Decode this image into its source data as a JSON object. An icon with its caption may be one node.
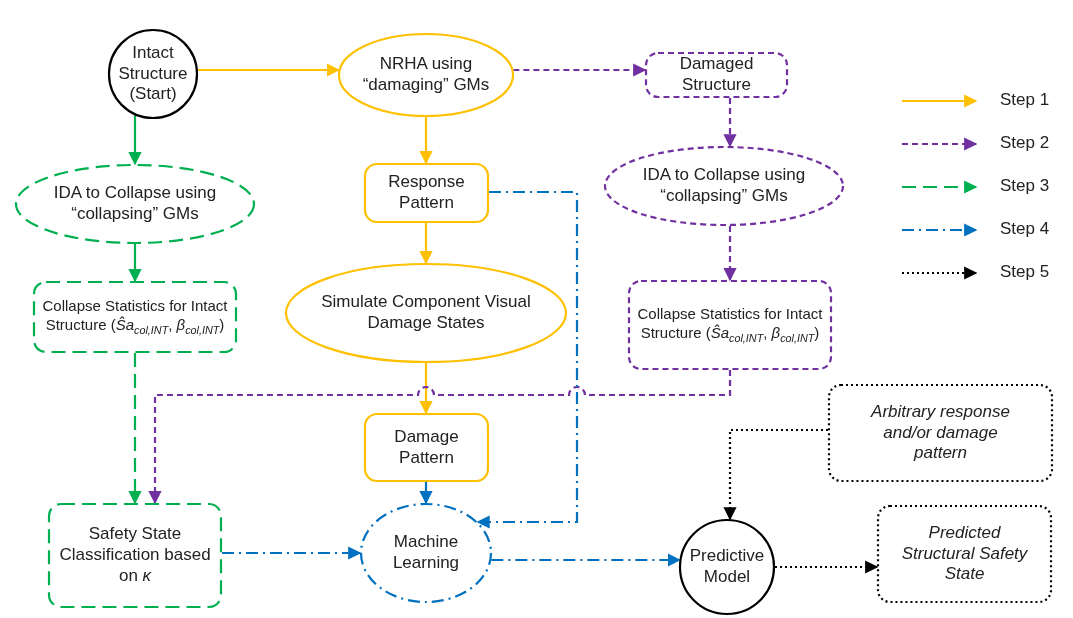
{
  "diagram": {
    "nodes": [
      {
        "text": [
          "Intact Structure (Start)"
        ]
      },
      {
        "text": [
          "NRHA using “damaging” GMs"
        ]
      },
      {
        "text": [
          "Damaged Structure"
        ]
      },
      {
        "text": [
          "IDA to Collapse using “collapsing” GMs"
        ]
      },
      {
        "text": [
          "Response Pattern"
        ]
      },
      {
        "text": [
          "IDA to Collapse using “collapsing” GMs"
        ]
      },
      {
        "text": [
          "Collapse Statistics for Intact Structure (*Ŝa*$_{col,INT}$, *β*$_{col,INT}$)"
        ]
      },
      {
        "text": [
          "Simulate Component Visual Damage States"
        ]
      },
      {
        "text": [
          "Collapse Statistics for Intact Structure (*Ŝa*$_{col,INT}$, *β*$_{col,INT}$)"
        ]
      },
      {
        "text": [
          "Damage Pattern"
        ]
      },
      {
        "text": [
          "Arbitrary response and/or damage pattern"
        ]
      },
      {
        "text": [
          "Safety State Classification based on *κ*"
        ]
      },
      {
        "text": [
          "Machine Learning"
        ]
      },
      {
        "text": [
          "Predictive Model"
        ]
      },
      {
        "text": [
          "Predicted Structural Safety State"
        ]
      }
    ],
    "edges": [
      {
        "from": 0,
        "to": 1,
        "arrow": "to",
        "color": "#ffc000"
      },
      {
        "from": 1,
        "to": 2,
        "arrow": "to",
        "style": "dashed",
        "color": "#7030a0"
      },
      {
        "from": 0,
        "to": 3,
        "arrow": "to",
        "color": "#00b050"
      },
      {
        "from": 1,
        "to": 4,
        "arrow": "to",
        "color": "#ffc000"
      },
      {
        "from": 2,
        "to": 5,
        "arrow": "to",
        "style": "dashed",
        "color": "#7030a0"
      },
      {
        "from": 3,
        "to": 6,
        "arrow": "to",
        "color": "#00b050"
      },
      {
        "from": 4,
        "to": 7,
        "arrow": "to",
        "color": "#ffc000"
      },
      {
        "from": 5,
        "to": 8,
        "arrow": "to",
        "style": "dashed",
        "color": "#7030a0"
      },
      {
        "from": 6,
        "to": 11,
        "arrow": "to",
        "style": "dashed",
        "color": "#00b050"
      },
      {
        "from": 7,
        "to": 9,
        "arrow": "to",
        "color": "#ffc000"
      },
      {
        "from": 8,
        "to": 11,
        "arrow": "to",
        "style": "dashed",
        "color": "#7030a0"
      },
      {
        "from": 4,
        "to": 12,
        "arrow": "to",
        "style": "dashed",
        "color": "#0070c0"
      },
      {
        "from": 9,
        "to": 12,
        "arrow": "to",
        "color": "#0070c0"
      },
      {
        "from": 11,
        "to": 12,
        "arrow": "to",
        "style": "dashed",
        "color": "#0070c0"
      },
      {
        "from": 12,
        "to": 13,
        "arrow": "to",
        "style": "dashed",
        "color": "#0070c0"
      },
      {
        "from": 10,
        "to": 13,
        "arrow": "to",
        "style": "dashed",
        "color": "#000000"
      },
      {
        "from": 13,
        "to": 14,
        "arrow": "to",
        "style": "dashed",
        "color": "#000000"
      }
    ],
    "legend": [
      {
        "text": "Step 1"
      },
      {
        "text": "Step 2"
      },
      {
        "text": "Step 3"
      },
      {
        "text": "Step 4"
      },
      {
        "text": "Step 5"
      }
    ]
  }
}
